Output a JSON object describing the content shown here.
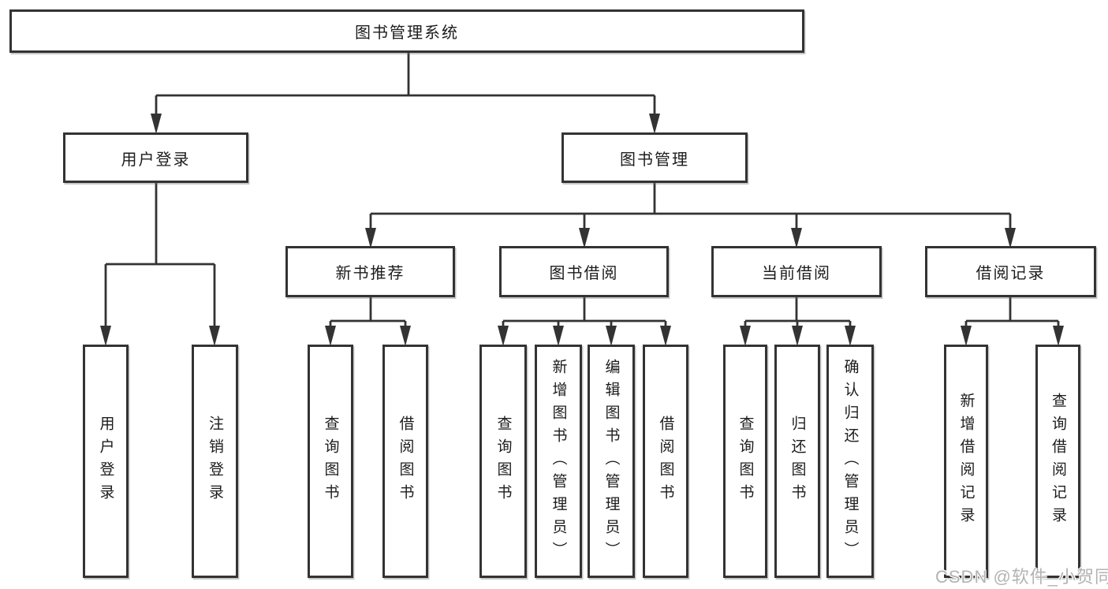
{
  "diagram": {
    "root": {
      "label": "图书管理系统"
    },
    "branches": [
      {
        "label": "用户登录",
        "children": [
          {
            "label": "用户登录"
          },
          {
            "label": "注销登录"
          }
        ]
      },
      {
        "label": "图书管理",
        "children": [
          {
            "label": "新书推荐",
            "children": [
              {
                "label": "查询图书"
              },
              {
                "label": "借阅图书"
              }
            ]
          },
          {
            "label": "图书借阅",
            "children": [
              {
                "label": "查询图书"
              },
              {
                "label": "新增图书（管理员）"
              },
              {
                "label": "编辑图书（管理员）"
              },
              {
                "label": "借阅图书"
              }
            ]
          },
          {
            "label": "当前借阅",
            "children": [
              {
                "label": "查询图书"
              },
              {
                "label": "归还图书"
              },
              {
                "label": "确认归还（管理员）"
              }
            ]
          },
          {
            "label": "借阅记录",
            "children": [
              {
                "label": "新增借阅记录"
              },
              {
                "label": "查询借阅记录"
              }
            ]
          }
        ]
      }
    ]
  },
  "watermark": {
    "text": "CSDN @软件_小贺同学"
  },
  "colors": {
    "line": "#333333",
    "text": "#1c1c1c",
    "background": "#ffffff",
    "watermark": "#b3b3b3"
  }
}
